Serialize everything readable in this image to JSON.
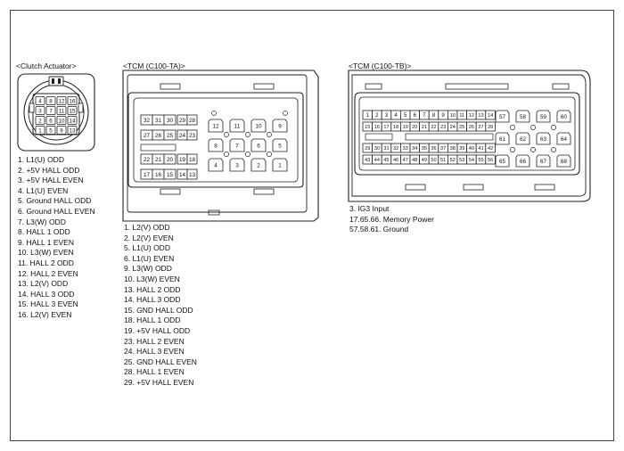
{
  "clutch_actuator": {
    "title": "<Clutch Actuator>",
    "pins": [
      "1. L1(U) ODD",
      "2. +5V HALL ODD",
      "3. +5V HALL EVEN",
      "4. L1(U) EVEN",
      "5. Ground HALL ODD",
      "6. Ground HALL EVEN",
      "7. L3(W) ODD",
      "8. HALL 1 ODD",
      "9. HALL 1 EVEN",
      "10. L3(W) EVEN",
      "11. HALL 2 ODD",
      "12. HALL 2 EVEN",
      "13. L2(V) ODD",
      "14. HALL 3 ODD",
      "15. HALL 3 EVEN",
      "16. L2(V) EVEN"
    ],
    "cells": [
      "4",
      "8",
      "12",
      "16",
      "3",
      "7",
      "11",
      "15",
      "2",
      "6",
      "10",
      "14",
      "1",
      "5",
      "9",
      "13"
    ]
  },
  "tcm_ta": {
    "title": "<TCM (C100-TA)>",
    "pins": [
      "1. L2(V) ODD",
      "2. L2(V) EVEN",
      "5. L1(U) ODD",
      "6. L1(U) EVEN",
      "9. L3(W) ODD",
      "10. L3(W) EVEN",
      "13. HALL 2 ODD",
      "14. HALL 3 ODD",
      "15. GND HALL ODD",
      "18. HALL 1 ODD",
      "19. +5V HALL ODD",
      "23. HALL 2 EVEN",
      "24. HALL 3 EVEN",
      "25. GND HALL EVEN",
      "28. HALL 1 EVEN",
      "29. +5V HALL EVEN"
    ],
    "left_rows": [
      [
        "32",
        "31",
        "30"
      ],
      [
        "27",
        "26",
        "25"
      ],
      [
        "22",
        "21",
        "20"
      ],
      [
        "17",
        "16",
        "15"
      ]
    ],
    "right_rows": [
      [
        "29",
        "28"
      ],
      [
        "24",
        "23"
      ],
      [
        "19",
        "18"
      ],
      [
        "14",
        "13"
      ]
    ],
    "grid_rows": [
      [
        "12",
        "11",
        "10",
        "9"
      ],
      [
        "8",
        "7",
        "6",
        "5"
      ],
      [
        "4",
        "3",
        "2",
        "1"
      ]
    ]
  },
  "tcm_tb": {
    "title": "<TCM (C100-TB)>",
    "notes": [
      "3. IG3 Input",
      "17.65.66. Memory Power",
      "57.58.61. Ground"
    ],
    "row1": [
      "1",
      "2",
      "3",
      "4",
      "5",
      "6",
      "7",
      "8",
      "9",
      "10",
      "11",
      "12",
      "13",
      "14"
    ],
    "row2": [
      "15",
      "16",
      "17",
      "18",
      "19",
      "20",
      "21",
      "22",
      "23",
      "24",
      "25",
      "26",
      "27",
      "28"
    ],
    "row3": [
      "29",
      "30",
      "31",
      "32",
      "33",
      "34",
      "35",
      "36",
      "37",
      "38",
      "39",
      "40",
      "41",
      "42"
    ],
    "row4": [
      "43",
      "44",
      "45",
      "46",
      "47",
      "48",
      "49",
      "50",
      "51",
      "52",
      "53",
      "54",
      "55",
      "56"
    ],
    "grid_rows": [
      [
        "57",
        "58",
        "59",
        "60"
      ],
      [
        "61",
        "62",
        "63",
        "64"
      ],
      [
        "65",
        "66",
        "67",
        "68"
      ]
    ]
  }
}
